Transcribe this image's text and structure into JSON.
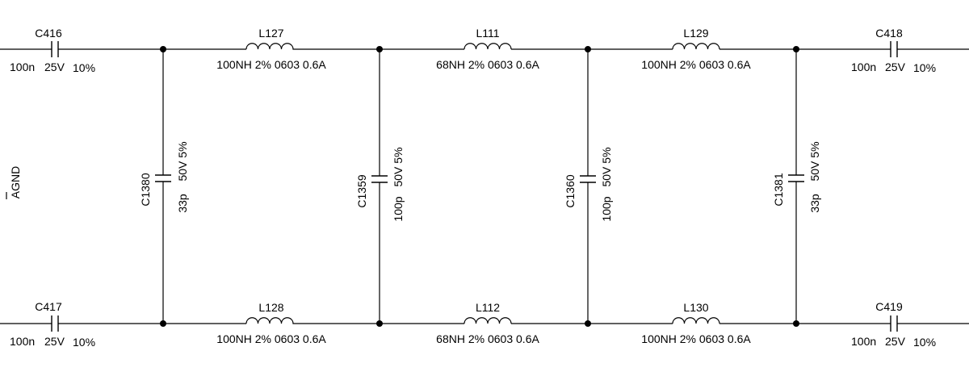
{
  "schematic": {
    "net_label": "AGND",
    "capacitors_series": [
      {
        "ref": "C416",
        "value": "100n",
        "voltage": "25V",
        "tolerance": "10%"
      },
      {
        "ref": "C418",
        "value": "100n",
        "voltage": "25V",
        "tolerance": "10%"
      },
      {
        "ref": "C417",
        "value": "100n",
        "voltage": "25V",
        "tolerance": "10%"
      },
      {
        "ref": "C419",
        "value": "100n",
        "voltage": "25V",
        "tolerance": "10%"
      }
    ],
    "inductors": [
      {
        "ref": "L127",
        "spec": "100NH 2% 0603 0.6A"
      },
      {
        "ref": "L111",
        "spec": "68NH 2% 0603 0.6A"
      },
      {
        "ref": "L129",
        "spec": "100NH 2% 0603 0.6A"
      },
      {
        "ref": "L128",
        "spec": "100NH 2% 0603 0.6A"
      },
      {
        "ref": "L112",
        "spec": "68NH 2% 0603 0.6A"
      },
      {
        "ref": "L130",
        "spec": "100NH 2% 0603 0.6A"
      }
    ],
    "capacitors_shunt": [
      {
        "ref": "C1380",
        "value": "33p",
        "rating": "50V 5%"
      },
      {
        "ref": "C1359",
        "value": "100p",
        "rating": "50V 5%"
      },
      {
        "ref": "C1360",
        "value": "100p",
        "rating": "50V 5%"
      },
      {
        "ref": "C1381",
        "value": "33p",
        "rating": "50V 5%"
      }
    ]
  }
}
